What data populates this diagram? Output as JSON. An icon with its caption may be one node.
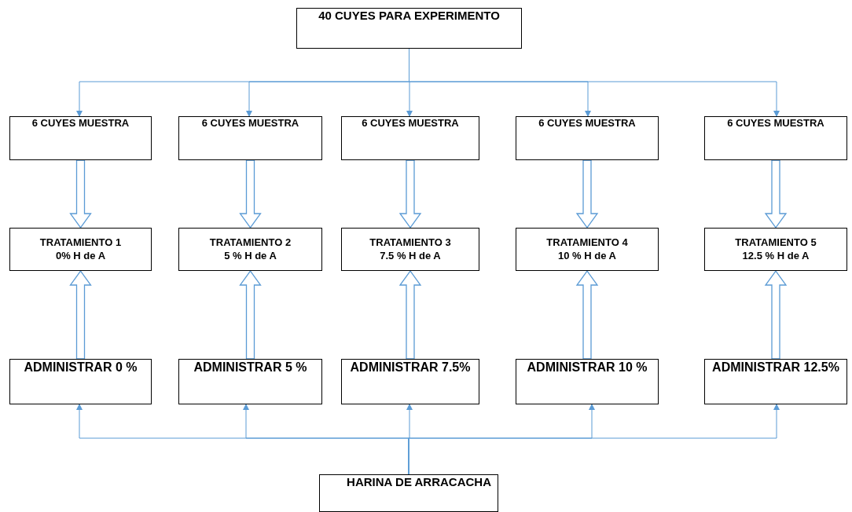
{
  "diagram": {
    "nodes": [
      {
        "text": [
          "40 CUYES PARA EXPERIMENTO"
        ]
      },
      {
        "text": [
          "6 CUYES MUESTRA"
        ]
      },
      {
        "text": [
          "6 CUYES MUESTRA"
        ]
      },
      {
        "text": [
          "6 CUYES MUESTRA"
        ]
      },
      {
        "text": [
          "6 CUYES MUESTRA"
        ]
      },
      {
        "text": [
          "6 CUYES MUESTRA"
        ]
      },
      {
        "text": [
          "TRATAMIENTO 1",
          "0% H de A"
        ]
      },
      {
        "text": [
          "TRATAMIENTO 2",
          "5 % H de A"
        ]
      },
      {
        "text": [
          "TRATAMIENTO 3",
          "7.5 % H de A"
        ]
      },
      {
        "text": [
          "TRATAMIENTO 4",
          "10 % H de A"
        ]
      },
      {
        "text": [
          "TRATAMIENTO 5",
          "12.5 % H de A"
        ]
      },
      {
        "text": [
          "ADMINISTRAR 0 %"
        ]
      },
      {
        "text": [
          "ADMINISTRAR 5 %"
        ]
      },
      {
        "text": [
          "ADMINISTRAR 7.5%"
        ]
      },
      {
        "text": [
          "ADMINISTRAR 10 %"
        ]
      },
      {
        "text": [
          "ADMINISTRAR 12.5%"
        ]
      },
      {
        "text": [
          "HARINA DE ARRACACHA"
        ]
      }
    ],
    "edges": [
      {
        "from": 0,
        "to": 1,
        "arrow": "to"
      },
      {
        "from": 0,
        "to": 2,
        "arrow": "to"
      },
      {
        "from": 0,
        "to": 3,
        "arrow": "to"
      },
      {
        "from": 0,
        "to": 4,
        "arrow": "to"
      },
      {
        "from": 0,
        "to": 5,
        "arrow": "to"
      },
      {
        "from": 1,
        "to": 6,
        "arrow": "to",
        "style": "thick"
      },
      {
        "from": 2,
        "to": 7,
        "arrow": "to",
        "style": "thick"
      },
      {
        "from": 3,
        "to": 8,
        "arrow": "to",
        "style": "thick"
      },
      {
        "from": 4,
        "to": 9,
        "arrow": "to",
        "style": "thick"
      },
      {
        "from": 5,
        "to": 10,
        "arrow": "to",
        "style": "thick"
      },
      {
        "from": 11,
        "to": 6,
        "arrow": "to",
        "style": "thick"
      },
      {
        "from": 12,
        "to": 7,
        "arrow": "to",
        "style": "thick"
      },
      {
        "from": 13,
        "to": 8,
        "arrow": "to",
        "style": "thick"
      },
      {
        "from": 14,
        "to": 9,
        "arrow": "to",
        "style": "thick"
      },
      {
        "from": 15,
        "to": 10,
        "arrow": "to",
        "style": "thick"
      },
      {
        "from": 16,
        "to": 11,
        "arrow": "to"
      },
      {
        "from": 16,
        "to": 12,
        "arrow": "to"
      },
      {
        "from": 16,
        "to": 13,
        "arrow": "to"
      },
      {
        "from": 16,
        "to": 14,
        "arrow": "to"
      },
      {
        "from": 16,
        "to": 15,
        "arrow": "to"
      }
    ]
  }
}
